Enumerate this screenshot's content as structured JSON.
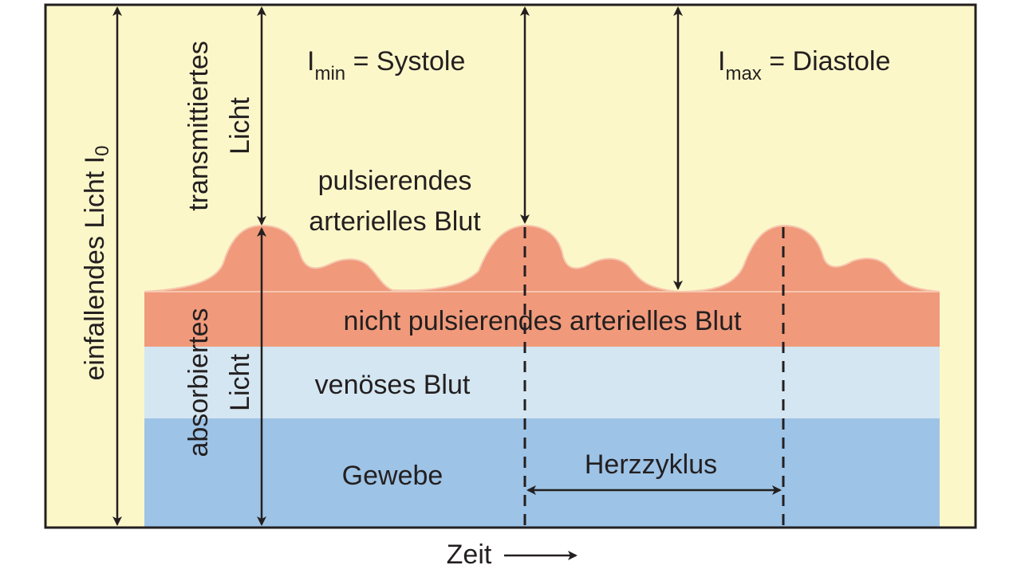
{
  "labels": {
    "incident_light": "einfallendes Licht I",
    "incident_light_sub": "0",
    "transmitted_light_1": "transmittiertes",
    "transmitted_light_2": "Licht",
    "absorbed_light_1": "absorbiertes",
    "absorbed_light_2": "Licht",
    "imin_symbol": "I",
    "imin_sub": "min",
    "imin_rest": " = Systole",
    "imax_symbol": "I",
    "imax_sub": "max",
    "imax_rest": " = Diastole",
    "pulsatile_1": "pulsierendes",
    "pulsatile_2": "arterielles Blut",
    "non_pulsatile": "nicht pulsierendes arterielles Blut",
    "venous": "venöses Blut",
    "tissue": "Gewebe",
    "heart_cycle": "Herzzyklus",
    "time": "Zeit"
  },
  "colors": {
    "background": "#fcf7c9",
    "frame": "#231f20",
    "arterial": "#f09a7b",
    "venous": "#d4e6f1",
    "tissue": "#9dc3e6"
  }
}
